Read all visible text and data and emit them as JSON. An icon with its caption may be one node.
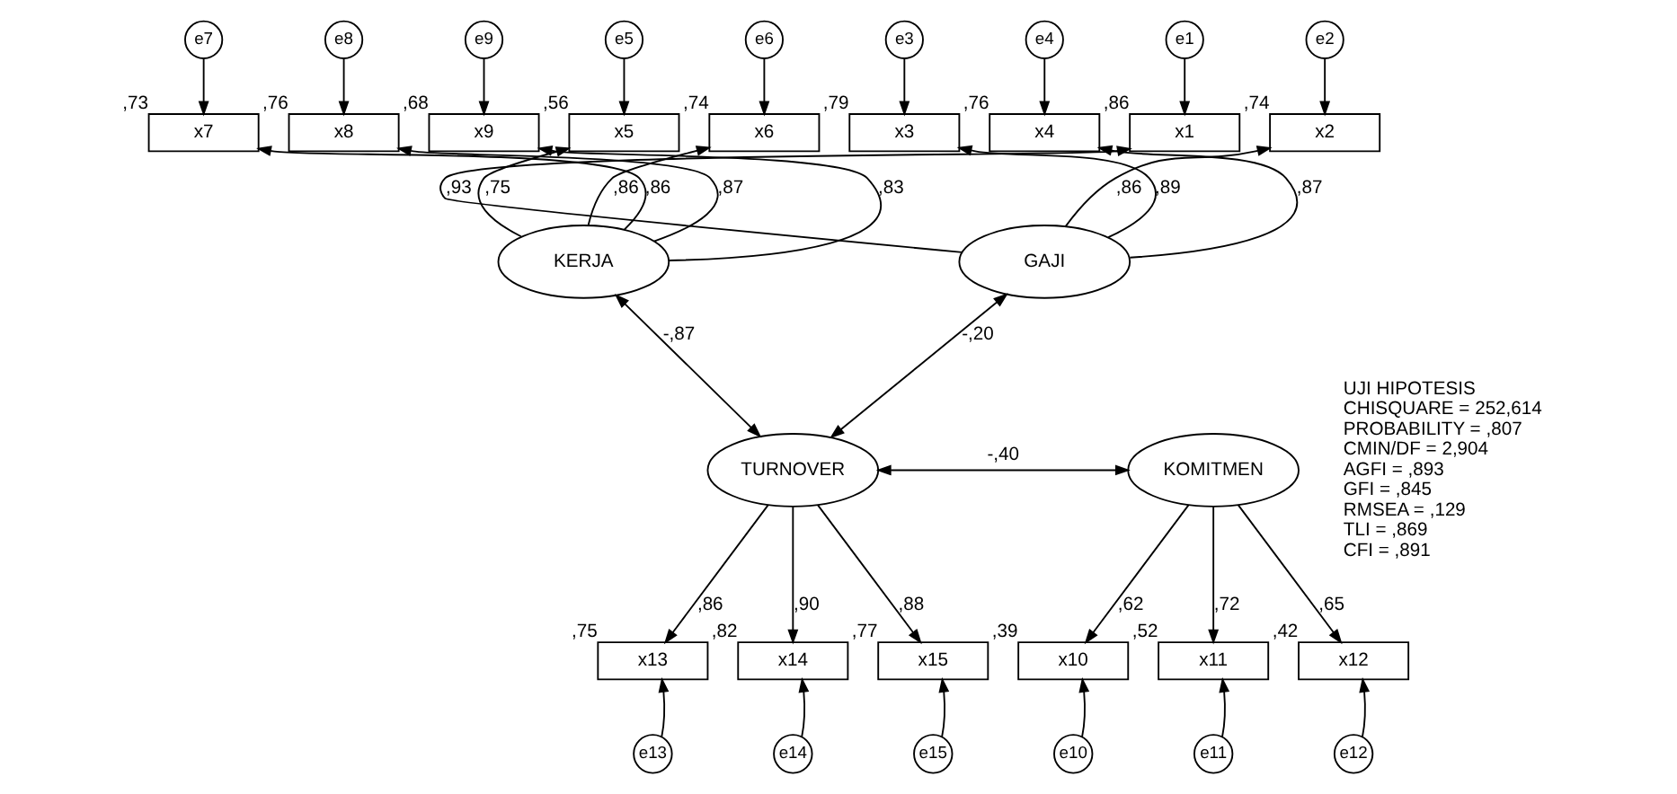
{
  "diagram": {
    "nodes": [
      {
        "text": [
          "e1"
        ]
      },
      {
        "text": [
          "e2"
        ]
      },
      {
        "text": [
          "e3"
        ]
      },
      {
        "text": [
          "e4"
        ]
      },
      {
        "text": [
          "e5"
        ]
      },
      {
        "text": [
          "e6"
        ]
      },
      {
        "text": [
          "e7"
        ]
      },
      {
        "text": [
          "e8"
        ]
      },
      {
        "text": [
          "e9"
        ]
      },
      {
        "text": [
          "x1"
        ],
        "beside": [
          ",86"
        ]
      },
      {
        "text": [
          "x2"
        ],
        "beside": [
          ",74"
        ]
      },
      {
        "text": [
          "x3"
        ],
        "beside": [
          ",79"
        ]
      },
      {
        "text": [
          "x4"
        ],
        "beside": [
          ",76"
        ]
      },
      {
        "text": [
          "x5"
        ],
        "beside": [
          ",56"
        ]
      },
      {
        "text": [
          "x6"
        ],
        "beside": [
          ",74"
        ]
      },
      {
        "text": [
          "x7"
        ],
        "beside": [
          ",73"
        ]
      },
      {
        "text": [
          "x8"
        ],
        "beside": [
          ",76"
        ]
      },
      {
        "text": [
          "x9"
        ],
        "beside": [
          ",68"
        ]
      },
      {
        "text": [
          "GAJI"
        ]
      },
      {
        "text": [
          "KERJA"
        ]
      },
      {
        "text": [
          "KOMITMEN"
        ]
      },
      {
        "text": [
          "TURNOVER"
        ]
      },
      {
        "text": [
          "x10"
        ],
        "beside": [
          ",39"
        ]
      },
      {
        "text": [
          "x11"
        ],
        "beside": [
          ",52"
        ]
      },
      {
        "text": [
          "x12"
        ],
        "beside": [
          ",42"
        ]
      },
      {
        "text": [
          "x13"
        ],
        "beside": [
          ",75"
        ]
      },
      {
        "text": [
          "x14"
        ],
        "beside": [
          ",82"
        ]
      },
      {
        "text": [
          "x15"
        ],
        "beside": [
          ",77"
        ]
      },
      {
        "text": [
          "e10"
        ]
      },
      {
        "text": [
          "e11"
        ]
      },
      {
        "text": [
          "e12"
        ]
      },
      {
        "text": [
          "e13"
        ]
      },
      {
        "text": [
          "e14"
        ]
      },
      {
        "text": [
          "e15"
        ]
      }
    ],
    "edges": [
      {
        "from": 0,
        "to": 9,
        "arrow": "to"
      },
      {
        "from": 1,
        "to": 10,
        "arrow": "to"
      },
      {
        "from": 2,
        "to": 11,
        "arrow": "to"
      },
      {
        "from": 3,
        "to": 12,
        "arrow": "to"
      },
      {
        "from": 4,
        "to": 13,
        "arrow": "to"
      },
      {
        "from": 5,
        "to": 14,
        "arrow": "to"
      },
      {
        "from": 6,
        "to": 15,
        "arrow": "to"
      },
      {
        "from": 7,
        "to": 16,
        "arrow": "to"
      },
      {
        "from": 8,
        "to": 17,
        "arrow": "to"
      },
      {
        "from": 18,
        "to": 9,
        "arrow": "to",
        "label": ",93"
      },
      {
        "from": 18,
        "to": 10,
        "arrow": "to",
        "label": ",86"
      },
      {
        "from": 18,
        "to": 11,
        "arrow": "to",
        "label": ",89"
      },
      {
        "from": 18,
        "to": 12,
        "arrow": "to",
        "label": ",87"
      },
      {
        "from": 19,
        "to": 13,
        "arrow": "to",
        "label": ",75"
      },
      {
        "from": 19,
        "to": 14,
        "arrow": "to",
        "label": ",86"
      },
      {
        "from": 19,
        "to": 15,
        "arrow": "to",
        "label": ",86"
      },
      {
        "from": 19,
        "to": 16,
        "arrow": "to",
        "label": ",87"
      },
      {
        "from": 19,
        "to": 17,
        "arrow": "to",
        "label": ",83"
      },
      {
        "from": 18,
        "to": 21,
        "arrow": "both",
        "label": "-,20"
      },
      {
        "from": 19,
        "to": 21,
        "arrow": "both",
        "label": "-,87"
      },
      {
        "from": 20,
        "to": 21,
        "arrow": "both",
        "label": "-,40"
      },
      {
        "from": 20,
        "to": 22,
        "arrow": "to",
        "label": ",62"
      },
      {
        "from": 20,
        "to": 23,
        "arrow": "to",
        "label": ",72"
      },
      {
        "from": 20,
        "to": 24,
        "arrow": "to",
        "label": ",65"
      },
      {
        "from": 21,
        "to": 25,
        "arrow": "to",
        "label": ",86"
      },
      {
        "from": 21,
        "to": 26,
        "arrow": "to",
        "label": ",90"
      },
      {
        "from": 21,
        "to": 27,
        "arrow": "to",
        "label": ",88"
      },
      {
        "from": 28,
        "to": 22,
        "arrow": "to"
      },
      {
        "from": 29,
        "to": 23,
        "arrow": "to"
      },
      {
        "from": 30,
        "to": 24,
        "arrow": "to"
      },
      {
        "from": 31,
        "to": 25,
        "arrow": "to"
      },
      {
        "from": 32,
        "to": 26,
        "arrow": "to"
      },
      {
        "from": 33,
        "to": 27,
        "arrow": "to"
      }
    ],
    "labels": [
      "UJI HIPOTESIS",
      "CHISQUARE = 252,614",
      "PROBABILITY = ,807",
      "CMIN/DF = 2,904",
      "AGFI = ,893",
      "GFI = ,845",
      "RMSEA = ,129",
      "TLI = ,869",
      "CFI = ,891"
    ]
  }
}
